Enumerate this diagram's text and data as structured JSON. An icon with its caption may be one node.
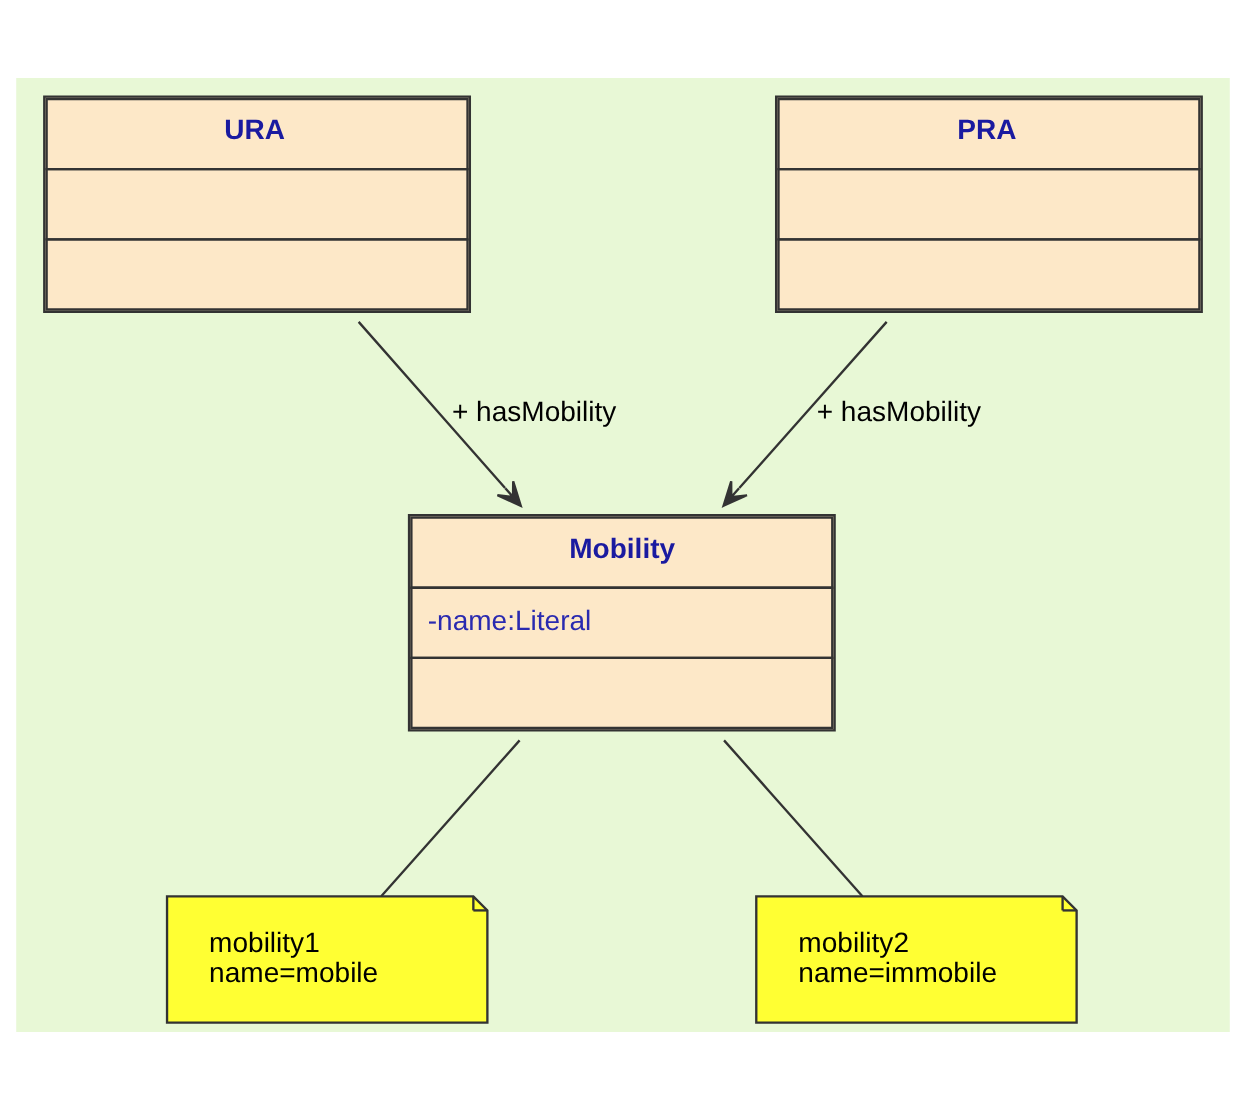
{
  "diagram": {
    "nodes": [
      {
        "text": [
          "URA"
        ]
      },
      {
        "text": [
          "PRA"
        ]
      },
      {
        "text": [
          "Mobility",
          "-name:Literal"
        ]
      },
      {
        "text": [
          "mobility1",
          "name=mobile"
        ]
      },
      {
        "text": [
          "mobility2",
          "name=immobile"
        ]
      }
    ],
    "edges": [
      {
        "from": 0,
        "to": 2,
        "arrow": "to",
        "label": "+ hasMobility"
      },
      {
        "from": 1,
        "to": 2,
        "arrow": "to",
        "label": "+ hasMobility"
      },
      {
        "from": 2,
        "to": 3,
        "arrow": "none"
      },
      {
        "from": 2,
        "to": 4,
        "arrow": "none"
      }
    ]
  }
}
